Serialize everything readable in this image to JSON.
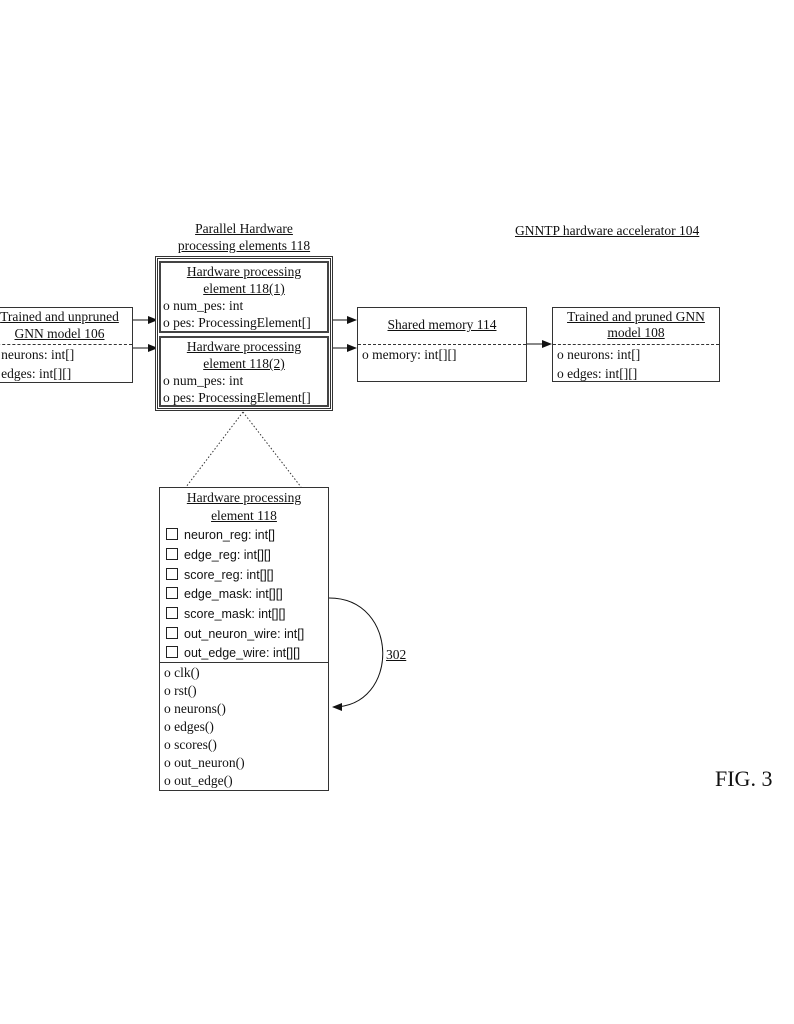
{
  "accelerator_label": "GNNTP hardware accelerator 104",
  "figure_label": "FIG. 3",
  "unpruned_model": {
    "title_line1": "Trained and unpruned",
    "title_line2": "GNN model 106",
    "fields": [
      "o neurons: int[]",
      "o edges: int[][]"
    ]
  },
  "parallel_group": {
    "title_line1": "Parallel Hardware",
    "title_line2": "processing elements 118",
    "elements": [
      {
        "title_line1": "Hardware processing",
        "title_line2": "element 118(1)",
        "fields": [
          "o  num_pes: int",
          "o pes: ProcessingElement[]"
        ]
      },
      {
        "title_line1": "Hardware processing",
        "title_line2": "element 118(2)",
        "fields": [
          "o  num_pes: int",
          "o pes: ProcessingElement[]"
        ]
      }
    ]
  },
  "shared_memory": {
    "title": "Shared memory 114",
    "fields": [
      "o memory: int[][]"
    ]
  },
  "pruned_model": {
    "title_line1": "Trained and pruned GNN",
    "title_line2": "model 108",
    "fields": [
      "o  neurons: int[]",
      "o edges: int[][]"
    ]
  },
  "processing_element": {
    "title_line1": "Hardware processing",
    "title_line2": "element 118",
    "registers": [
      "neuron_reg: int[]",
      "edge_reg: int[][]",
      "score_reg: int[][]",
      "edge_mask: int[][]",
      "score_mask: int[][]",
      "out_neuron_wire: int[]",
      "out_edge_wire: int[][]"
    ],
    "methods": [
      "o  clk()",
      "o rst()",
      "o neurons()",
      "o edges()",
      "o scores()",
      "o out_neuron()",
      "o out_edge()"
    ]
  },
  "loop_label": "302"
}
